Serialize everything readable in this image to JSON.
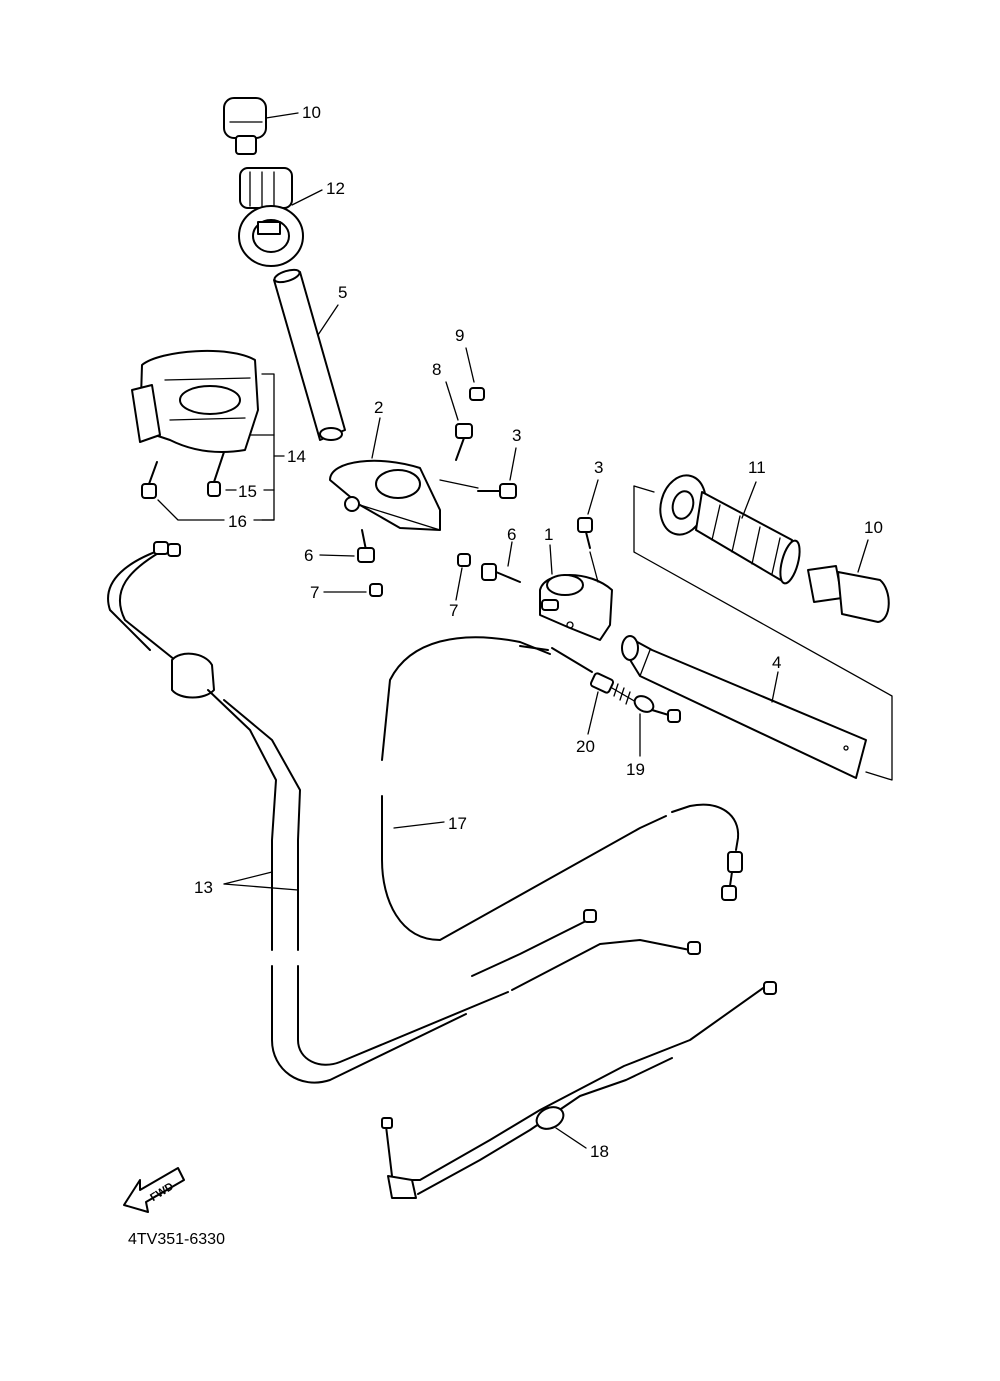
{
  "diagram_code": "4TV351-6330",
  "fwd_arrow_label": "FWD",
  "callouts": {
    "c10a": "10",
    "c12": "12",
    "c5": "5",
    "c9": "9",
    "c8": "8",
    "c2": "2",
    "c3a": "3",
    "c3b": "3",
    "c14": "14",
    "c15": "15",
    "c16": "16",
    "c11": "11",
    "c10b": "10",
    "c6a": "6",
    "c6b": "6",
    "c1": "1",
    "c7a": "7",
    "c7b": "7",
    "c4": "4",
    "c20": "20",
    "c19": "19",
    "c17": "17",
    "c13": "13",
    "c18": "18"
  }
}
